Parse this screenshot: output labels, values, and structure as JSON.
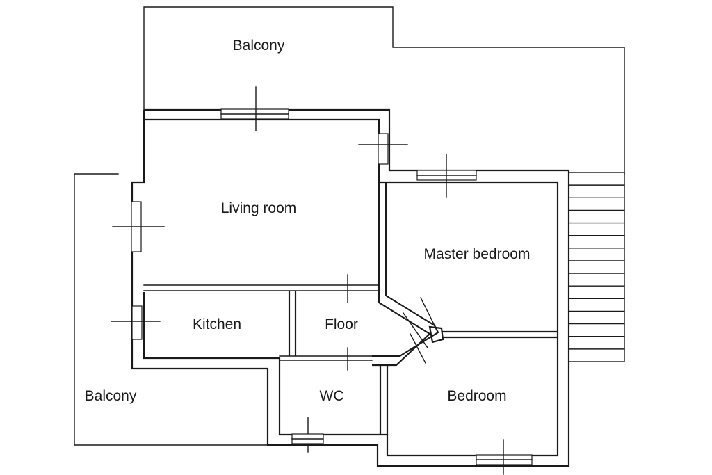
{
  "rooms": {
    "balcony_top": "Balcony",
    "living_room": "Living room",
    "master_bedroom": "Master bedroom",
    "kitchen": "Kitchen",
    "floor": "Floor",
    "balcony_left": "Balcony",
    "wc": "WC",
    "bedroom": "Bedroom"
  }
}
